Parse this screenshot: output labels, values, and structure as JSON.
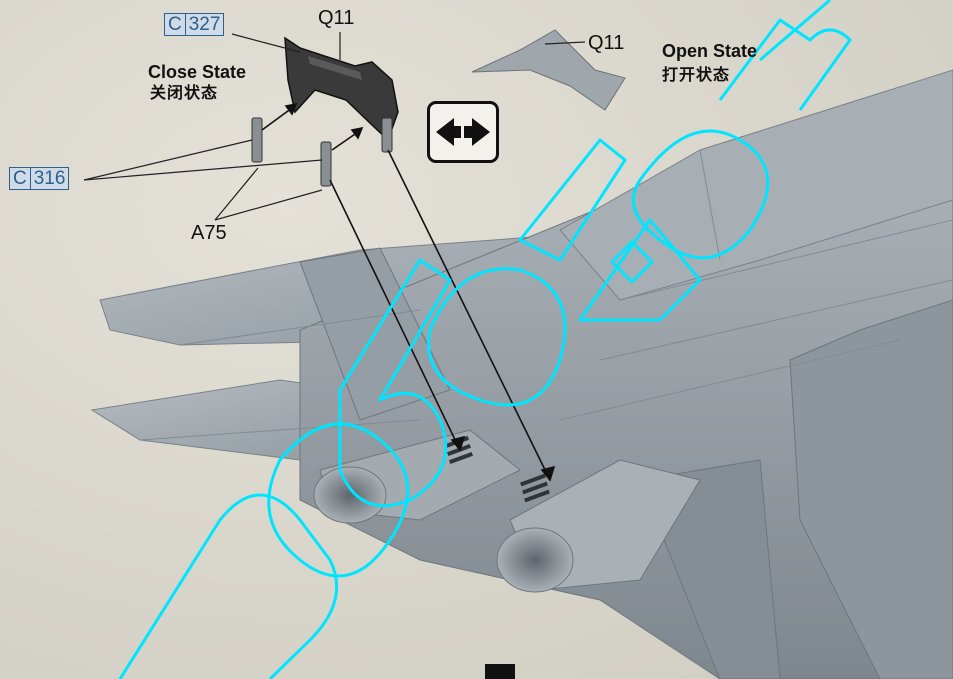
{
  "labels": {
    "c327_prefix": "C",
    "c327_num": "327",
    "c316_prefix": "C",
    "c316_num": "316",
    "q11_top": "Q11",
    "q11_open": "Q11",
    "a75": "A75",
    "close_state_en": "Close State",
    "close_state_cn": "关闭状态",
    "open_state_en": "Open State",
    "open_state_cn": "打开状态"
  },
  "icons": {
    "swap": "double-arrow-icon"
  },
  "colors": {
    "part_box_border": "#2e5f8f",
    "part_box_fill": "#cfdbe6",
    "watermark": "#00e5ff",
    "aircraft": "#9aa3aa"
  }
}
